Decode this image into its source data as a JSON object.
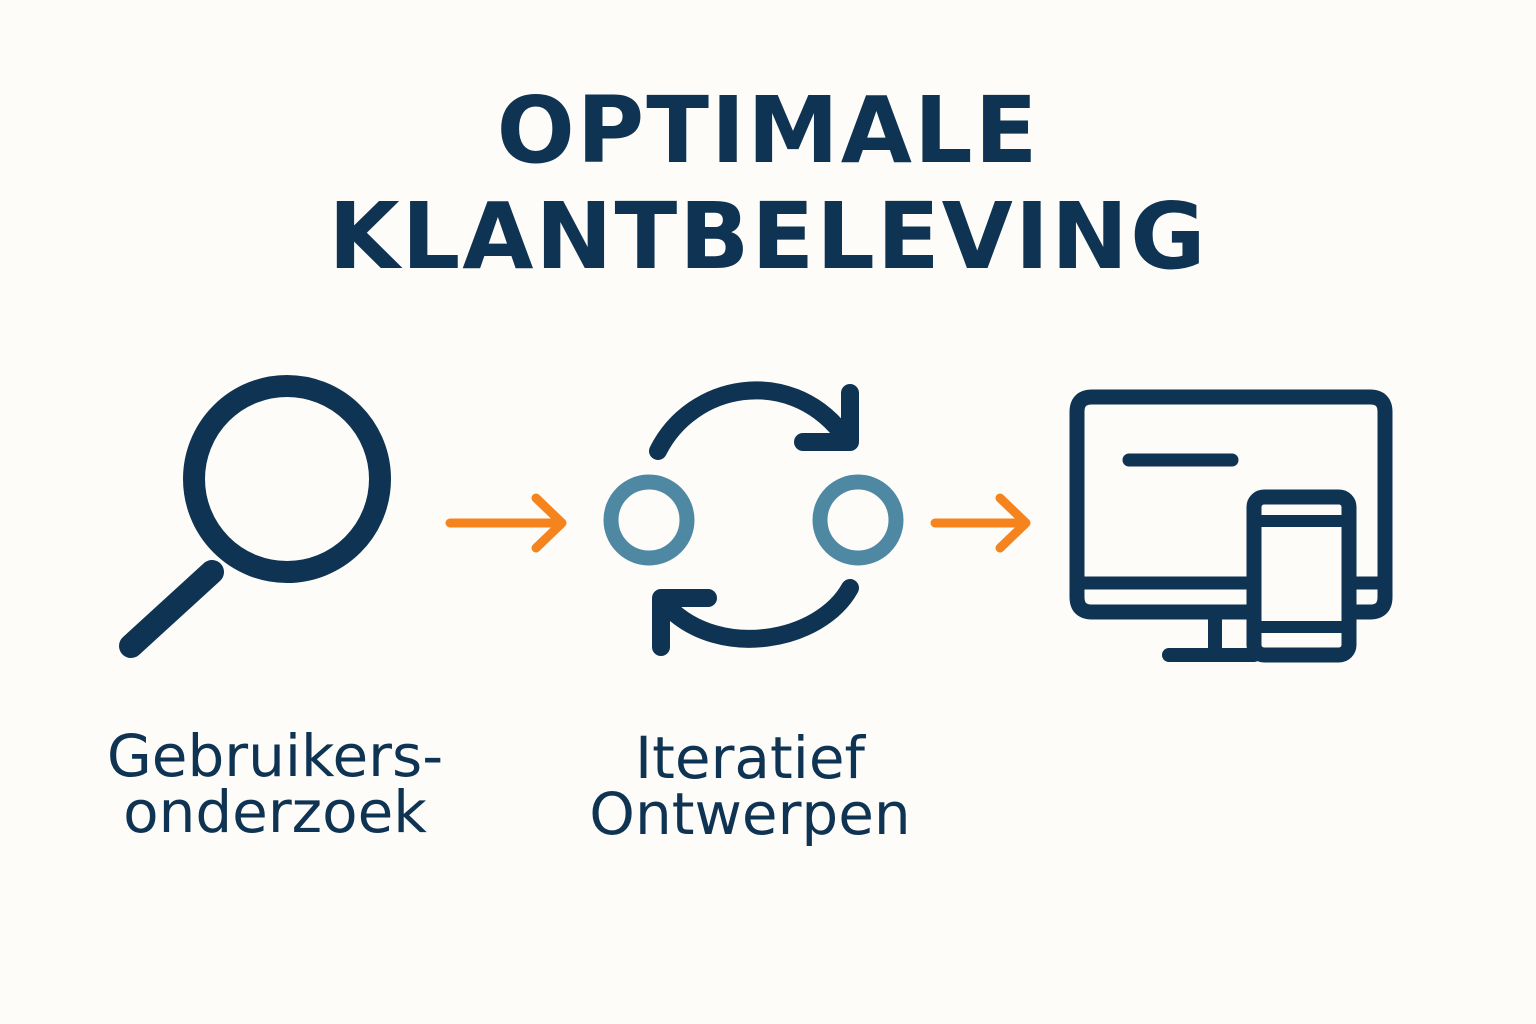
{
  "title": {
    "line1": "OPTIMALE",
    "line2": "KLANTBELEVING"
  },
  "steps": [
    {
      "icon": "magnifying-glass-icon",
      "line1": "Gebruikers-",
      "line2": "onderzoek"
    },
    {
      "icon": "iteration-cycle-icon",
      "line1": "Iteratief",
      "line2": "Ontwerpen"
    },
    {
      "icon": "desktop-mobile-devices-icon"
    }
  ],
  "colors": {
    "navy": "#0f3352",
    "teal": "#4e88a3",
    "orange": "#f5841f",
    "background": "#fdfcf8"
  }
}
